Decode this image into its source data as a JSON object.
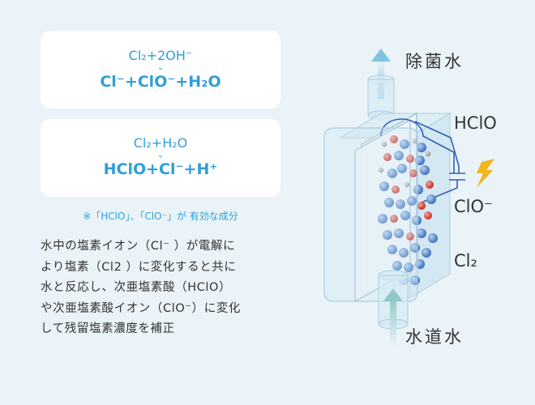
{
  "equations": {
    "eq1_top": "Cl₂+2OH⁻",
    "eq1_arrow": "⌄",
    "eq1_bottom": "Cl⁻+ClO⁻+H₂O",
    "eq2_top": "Cl₂+H₂O",
    "eq2_arrow": "⌄",
    "eq2_bottom": "HClO+Cl⁻+H⁺"
  },
  "note": "※「HClO」、「ClO⁻」が 有効な成分",
  "description": [
    "水中の塩素イオン（Cl⁻ ）が電解に",
    "より塩素（Cl2 ）に変化すると共に",
    "水と反応し、次亜塩素酸（HClO）",
    "や次亜塩素酸イオン（ClO⁻）に変化",
    "して残留塩素濃度を補正"
  ],
  "labels": {
    "outlet": "除菌水",
    "inlet": "水道水",
    "hclo": "HClO",
    "clo": "ClO⁻",
    "cl2": "Cl₂"
  },
  "colors": {
    "accent": "#2f9fd8",
    "background": "#eaf3f7",
    "molecule_blue": "#4a7cc4",
    "molecule_red": "#d6372f",
    "lightning": "#f2b51c"
  }
}
